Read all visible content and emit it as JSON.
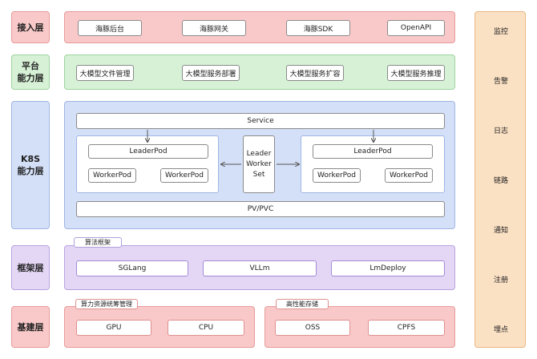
{
  "layers": {
    "access": {
      "label": "接入层",
      "items": [
        "海豚后台",
        "海豚网关",
        "海豚SDK",
        "OpenAPI"
      ]
    },
    "platform": {
      "label": "平台\n能力层",
      "items": [
        "大模型文件管理",
        "大模型服务部署",
        "大模型服务扩容",
        "大模型服务推理"
      ]
    },
    "k8s": {
      "label": "K8S\n能力层",
      "service": "Service",
      "leader_pod_left": "LeaderPod",
      "worker_pod_left_1": "WorkerPod",
      "worker_pod_left_2": "WorkerPod",
      "leader_worker_set": "Leader\nWorker\nSet",
      "leader_pod_right": "LeaderPod",
      "worker_pod_right_1": "WorkerPod",
      "worker_pod_right_2": "WorkerPod",
      "pv_pvc": "PV/PVC"
    },
    "framework": {
      "label": "框架层",
      "tag": "算法框架",
      "items": [
        "SGLang",
        "VLLm",
        "LmDeploy"
      ]
    },
    "infra": {
      "label": "基建层",
      "compute_tag": "算力资源统筹管理",
      "compute_items": [
        "GPU",
        "CPU"
      ],
      "storage_tag": "高性能存储",
      "storage_items": [
        "OSS",
        "CPFS"
      ]
    }
  },
  "sidebar": {
    "items": [
      "监控",
      "告警",
      "日志",
      "链路",
      "通知",
      "注册",
      "埋点"
    ]
  },
  "colors": {
    "access": "#f9c9c9",
    "platform": "#d6f1d6",
    "k8s": "#d4e0f8",
    "framework": "#e3d7f5",
    "sidebar": "#fbe1c4",
    "arrow": "#555555"
  }
}
